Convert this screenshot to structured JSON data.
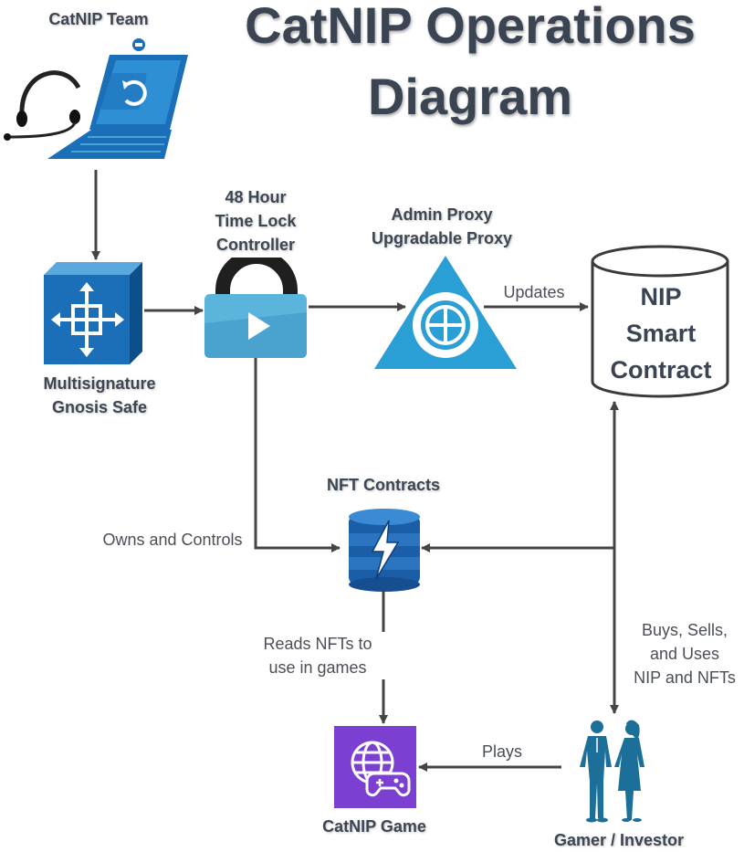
{
  "title": {
    "line1": "CatNIP Operations",
    "line2": "Diagram"
  },
  "nodes": {
    "team": {
      "label": "CatNIP Team",
      "icon": "laptop-headset-icon"
    },
    "timelock": {
      "line1": "48 Hour",
      "line2": "Time Lock",
      "line3": "Controller",
      "icon": "lock-play-icon"
    },
    "proxy": {
      "line1": "Admin Proxy",
      "line2": "Upgradable Proxy",
      "icon": "triangle-globe-icon"
    },
    "nip": {
      "line1": "NIP",
      "line2": "Smart",
      "line3": "Contract",
      "icon": "database-cylinder-icon"
    },
    "multisig": {
      "line1": "Multisignature",
      "line2": "Gnosis Safe",
      "icon": "multisig-cube-icon"
    },
    "nft": {
      "label": "NFT Contracts",
      "icon": "lightning-database-icon"
    },
    "game": {
      "label": "CatNIP Game",
      "icon": "globe-gamepad-icon"
    },
    "gamer": {
      "label": "Gamer / Investor",
      "icon": "people-icon"
    }
  },
  "edges": {
    "updates": "Updates",
    "owns": "Owns and Controls",
    "reads": {
      "line1": "Reads NFTs to",
      "line2": "use in games"
    },
    "buys": {
      "line1": "Buys, Sells,",
      "line2": "and Uses",
      "line3": "NIP and NFTs"
    },
    "plays": "Plays"
  },
  "colors": {
    "title": "#3b4452",
    "arrow": "#444444",
    "blue_dark": "#1a6fb8",
    "blue_light": "#5ab4dc",
    "triangle": "#2a9fd6",
    "game_purple": "#7b3fd1",
    "people": "#1b6f99"
  }
}
